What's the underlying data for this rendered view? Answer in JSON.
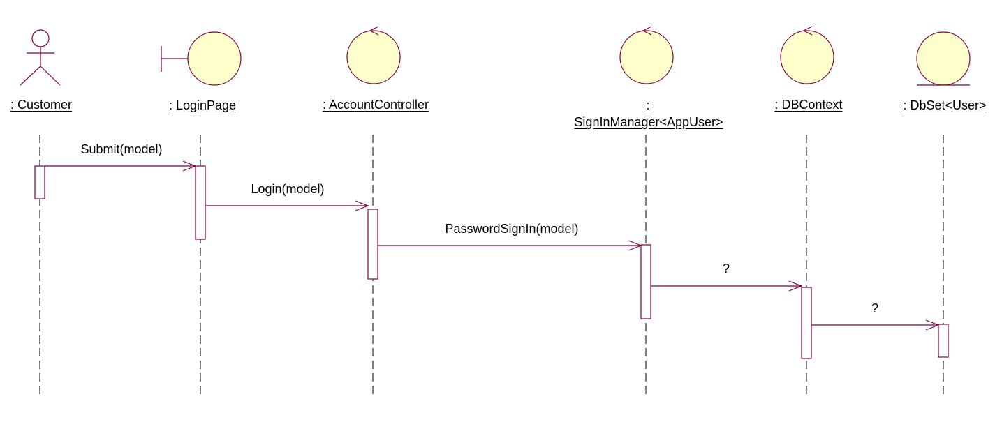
{
  "colors": {
    "line": "#800040",
    "fill": "#ffffcc",
    "text": "#000000"
  },
  "lifelines": [
    {
      "label": ": Customer",
      "kind": "actor"
    },
    {
      "label": ": LoginPage",
      "kind": "boundary"
    },
    {
      "label": ": AccountController",
      "kind": "control"
    },
    {
      "label_line1": ":",
      "label_line2": "SignInManager<AppUser>",
      "kind": "control"
    },
    {
      "label": ": DBContext",
      "kind": "control"
    },
    {
      "label": ": DbSet<User>",
      "kind": "entity"
    }
  ],
  "messages": [
    {
      "label": "Submit(model)",
      "from": 0,
      "to": 1
    },
    {
      "label": "Login(model)",
      "from": 1,
      "to": 2
    },
    {
      "label": "PasswordSignIn(model)",
      "from": 2,
      "to": 3
    },
    {
      "label": "?",
      "from": 3,
      "to": 4
    },
    {
      "label": "?",
      "from": 4,
      "to": 5
    }
  ]
}
